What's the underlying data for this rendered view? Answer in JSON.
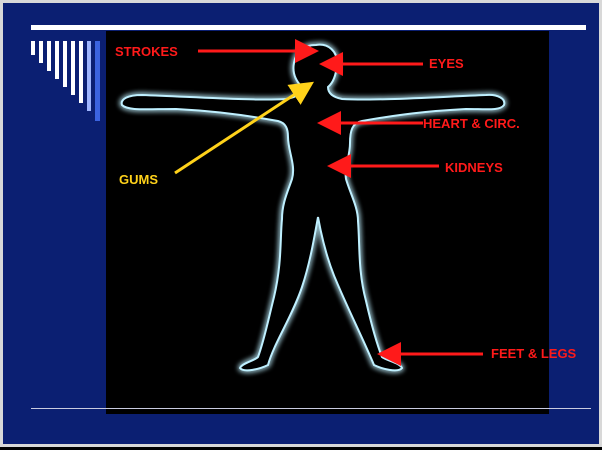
{
  "slide": {
    "background": "#0b1f72",
    "accent": "#ff1a1a",
    "highlight": "#ffd21a"
  },
  "labels": {
    "strokes": "STROKES",
    "eyes": "EYES",
    "heart": "HEART & CIRC.",
    "gums": "GUMS",
    "kidneys": "KIDNEYS",
    "feet": "FEET & LEGS"
  },
  "figure": {
    "icon": "human-body-outline",
    "glow_color": "#7fd8ff"
  }
}
